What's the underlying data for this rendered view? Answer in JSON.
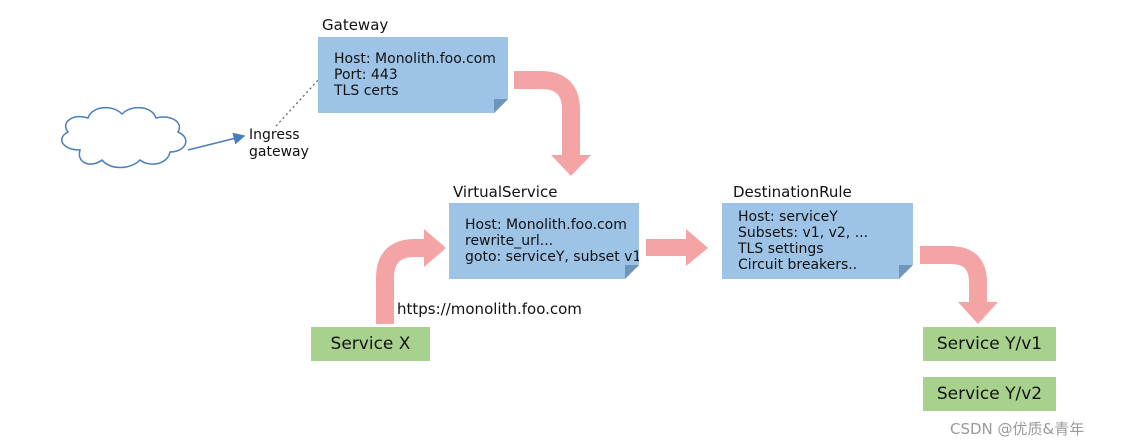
{
  "gateway": {
    "title": "Gateway",
    "lines": [
      "Host: Monolith.foo.com",
      "Port: 443",
      "TLS certs"
    ]
  },
  "ingress": {
    "line1": "Ingress",
    "line2": "gateway"
  },
  "virtual_service": {
    "title": "VirtualService",
    "lines": [
      "Host: Monolith.foo.com",
      "rewrite_url...",
      "goto: serviceY, subset v1"
    ]
  },
  "destination_rule": {
    "title": "DestinationRule",
    "lines": [
      "Host: serviceY",
      "Subsets: v1, v2, ...",
      "TLS settings",
      "Circuit breakers.."
    ]
  },
  "request_url": "https://monolith.foo.com",
  "services": {
    "x": "Service X",
    "y_v1": "Service Y/v1",
    "y_v2": "Service Y/v2"
  },
  "watermark": "CSDN @优质&青年",
  "colors": {
    "note_fill": "#9dc3e6",
    "service_fill": "#a9d18e",
    "flow_arrow": "#f4a4a4",
    "ingress_arrow": "#4a7ebb"
  }
}
